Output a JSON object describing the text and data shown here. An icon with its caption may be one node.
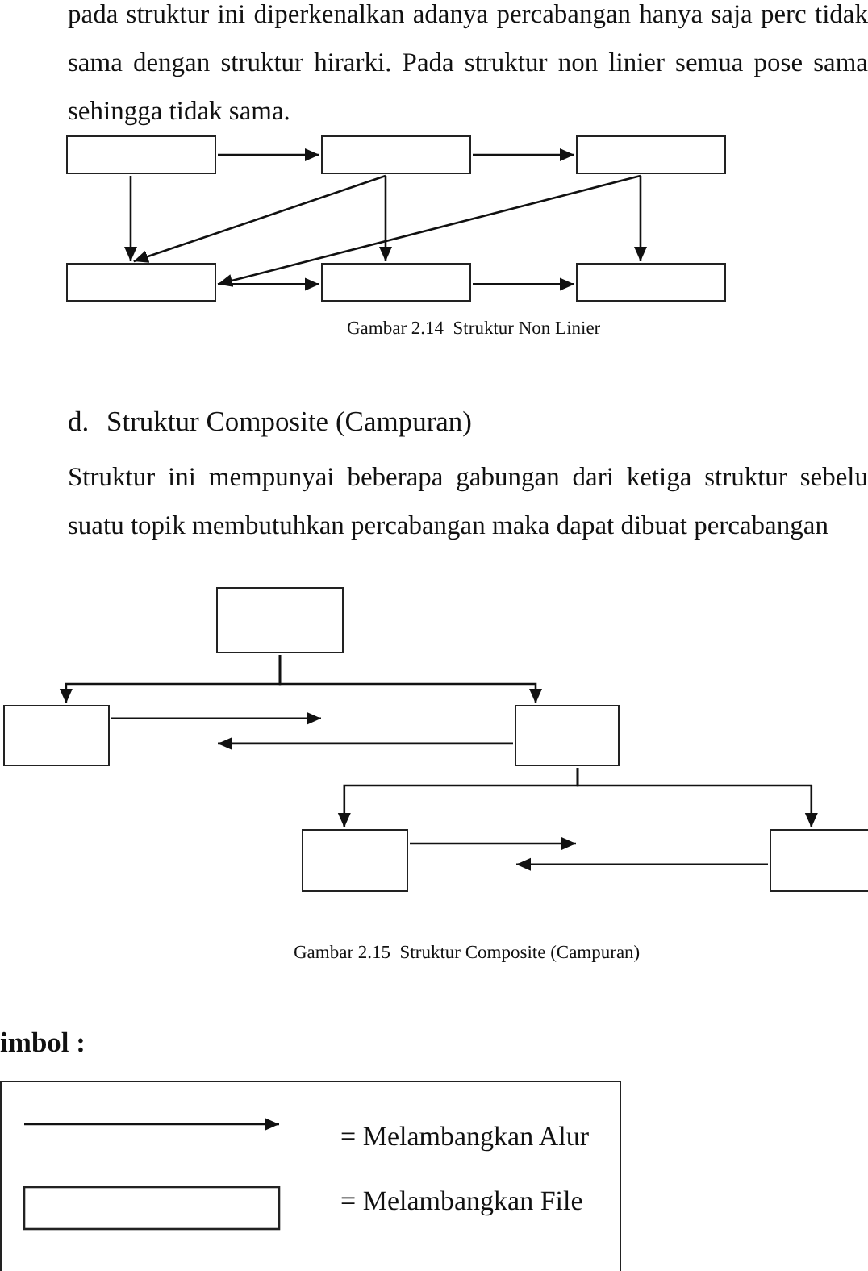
{
  "diagram": {
    "nodes": [
      {
        "text": [],
        "shape": "box"
      },
      {
        "text": [],
        "shape": "box"
      },
      {
        "text": [],
        "shape": "box"
      },
      {
        "text": [],
        "shape": "box"
      },
      {
        "text": [],
        "shape": "box"
      },
      {
        "text": [],
        "shape": "box"
      },
      {
        "text": [],
        "shape": "box"
      },
      {
        "text": [],
        "shape": "box"
      },
      {
        "text": [],
        "shape": "box"
      },
      {
        "text": [],
        "shape": "box"
      },
      {
        "text": [],
        "shape": "box"
      }
    ],
    "edges": [
      {
        "from": 0,
        "to": 1,
        "arrow": "to"
      },
      {
        "from": 1,
        "to": 2,
        "arrow": "to"
      },
      {
        "from": 0,
        "to": 3,
        "arrow": "to"
      },
      {
        "from": 1,
        "to": 3,
        "arrow": "to"
      },
      {
        "from": 1,
        "to": 4,
        "arrow": "to"
      },
      {
        "from": 2,
        "to": 3,
        "arrow": "to"
      },
      {
        "from": 2,
        "to": 5,
        "arrow": "to"
      },
      {
        "from": 3,
        "to": 4,
        "arrow": "to"
      },
      {
        "from": 4,
        "to": 5,
        "arrow": "to"
      },
      {
        "from": 6,
        "to": 7,
        "arrow": "to"
      },
      {
        "from": 6,
        "to": 8,
        "arrow": "to"
      },
      {
        "from": 7,
        "to": null,
        "arrow": "to"
      },
      {
        "from": 8,
        "to": null,
        "arrow": "to"
      },
      {
        "from": 8,
        "to": 9,
        "arrow": "to"
      },
      {
        "from": 8,
        "to": 10,
        "arrow": "to"
      },
      {
        "from": 9,
        "to": null,
        "arrow": "to"
      },
      {
        "from": 10,
        "to": null,
        "arrow": "to"
      }
    ],
    "labels": [
      "pada struktur ini diperkenalkan adanya percabangan hanya saja perc tidak sama dengan struktur hirarki. Pada struktur non linier semua pose sama sehingga tidak sama.",
      "Gambar 2.14  Struktur Non Linier",
      "d.",
      "Struktur Composite (Campuran)",
      "Struktur ini mempunyai beberapa gabungan dari ketiga struktur sebelu suatu topik membutuhkan percabangan maka dapat dibuat percabangan",
      "Gambar 2.15  Struktur Composite (Campuran)",
      "imbol :"
    ],
    "legend": [
      {
        "text": "= Melambangkan Alur"
      },
      {
        "text": "= Melambangkan File"
      }
    ]
  }
}
